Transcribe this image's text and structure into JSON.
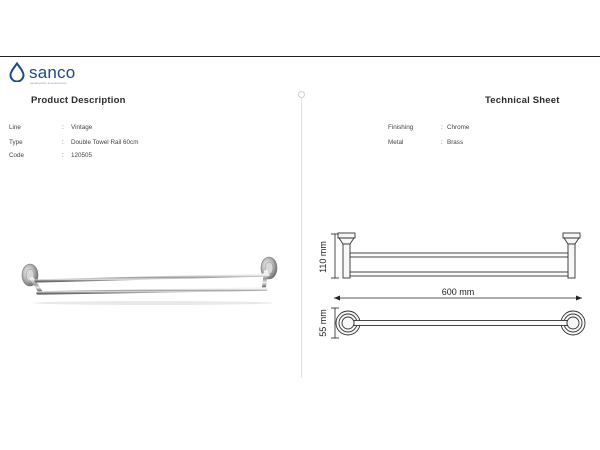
{
  "brand": {
    "name": "sanco",
    "tagline": "sanitaryware & accessories",
    "color": "#1b4a8a"
  },
  "left": {
    "heading": "Product Description",
    "specs": [
      {
        "label": "Line",
        "value": "Vintage"
      },
      {
        "label": "Type",
        "value": "Double Towel Rail 60cm"
      },
      {
        "label": "Code",
        "value": "120505"
      }
    ]
  },
  "right": {
    "heading": "Technical Sheet",
    "specs": [
      {
        "label": "Finishing",
        "value": "Chrome"
      },
      {
        "label": "Metal",
        "value": "Brass"
      }
    ]
  },
  "separator": ":",
  "dimensions": {
    "height": "110 mm",
    "width": "600 mm",
    "depth": "55 mm"
  }
}
